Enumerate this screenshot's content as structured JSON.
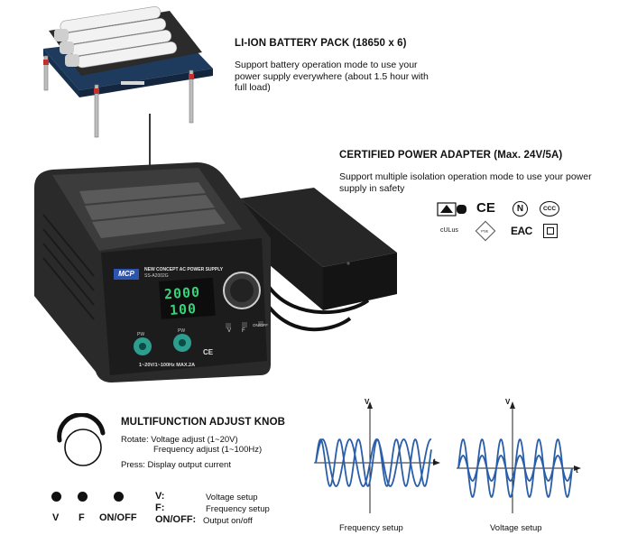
{
  "battery_pack": {
    "title": "LI-ION BATTERY PACK (18650 x 6)",
    "description": "Support battery operation mode to use your power supply everywhere (about 1.5 hour with full load)"
  },
  "power_adapter": {
    "title": "CERTIFIED POWER ADAPTER (Max. 24V/5A)",
    "description": "Support multiple isolation operation mode to use your power supply in safety",
    "cert_marks": [
      "CE",
      "N",
      "CCC",
      "cULus",
      "PSE",
      "EAC"
    ]
  },
  "device": {
    "brand": "MCP",
    "panel_title": "NEW CONCEPT AC POWER SUPPLY",
    "model": "SS-A2002G",
    "voltage_display": "2000",
    "current_display": "100",
    "spec_label": "1~20V/1~100Hz  MAX.2A",
    "port_label_left": "PW",
    "port_label_right": "PW",
    "button_v": "V",
    "button_f": "F",
    "button_on": "ON/OFF"
  },
  "knob": {
    "title": "MULTIFUNCTION ADJUST KNOB",
    "rotate_line1": "Rotate: Voltage adjust (1~20V)",
    "rotate_line2": "Frequency adjust (1~100Hz)",
    "press": "Press:  Display output current"
  },
  "buttons": {
    "v_label": "V",
    "f_label": "F",
    "on_label": "ON/OFF"
  },
  "legend": {
    "v_key": "V:",
    "v_value": "Voltage setup",
    "f_key": "F:",
    "f_value": "Frequency setup",
    "on_key": "ON/OFF:",
    "on_value": "Output on/off"
  },
  "waves": {
    "frequency_caption": "Frequency setup",
    "voltage_caption": "Voltage setup",
    "axis_v": "V",
    "axis_t": "t",
    "wave_color": "#2a5ea8"
  }
}
